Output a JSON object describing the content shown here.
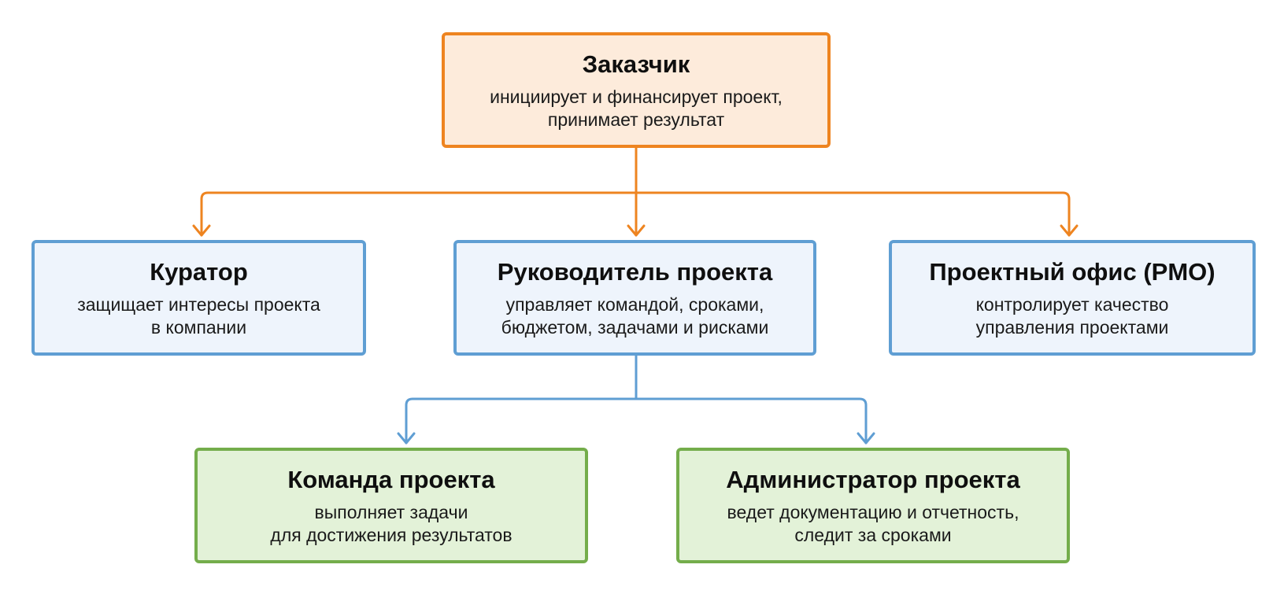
{
  "colors": {
    "orange_border": "#ee8420",
    "orange_fill": "#fdebdb",
    "blue_border": "#5f9ed3",
    "blue_fill": "#eef4fc",
    "green_border": "#74ad4b",
    "green_fill": "#e3f2d8"
  },
  "nodes": {
    "customer": {
      "title": "Заказчик",
      "desc_lines": [
        "инициирует и финансирует проект,",
        "принимает результат"
      ]
    },
    "curator": {
      "title": "Куратор",
      "desc_lines": [
        "защищает интересы проекта",
        "в компании"
      ]
    },
    "manager": {
      "title": "Руководитель проекта",
      "desc_lines": [
        "управляет командой, сроками,",
        "бюджетом, задачами и рисками"
      ]
    },
    "pmo": {
      "title": "Проектный офис (PMO)",
      "desc_lines": [
        "контролирует качество",
        "управления проектами"
      ]
    },
    "team": {
      "title": "Команда проекта",
      "desc_lines": [
        "выполняет задачи",
        "для достижения результатов"
      ]
    },
    "admin": {
      "title": "Администратор проекта",
      "desc_lines": [
        "ведет документацию и отчетность,",
        "следит за сроками"
      ]
    }
  },
  "edges": [
    {
      "from": "customer",
      "to": "curator"
    },
    {
      "from": "customer",
      "to": "manager"
    },
    {
      "from": "customer",
      "to": "pmo"
    },
    {
      "from": "manager",
      "to": "team"
    },
    {
      "from": "manager",
      "to": "admin"
    }
  ]
}
